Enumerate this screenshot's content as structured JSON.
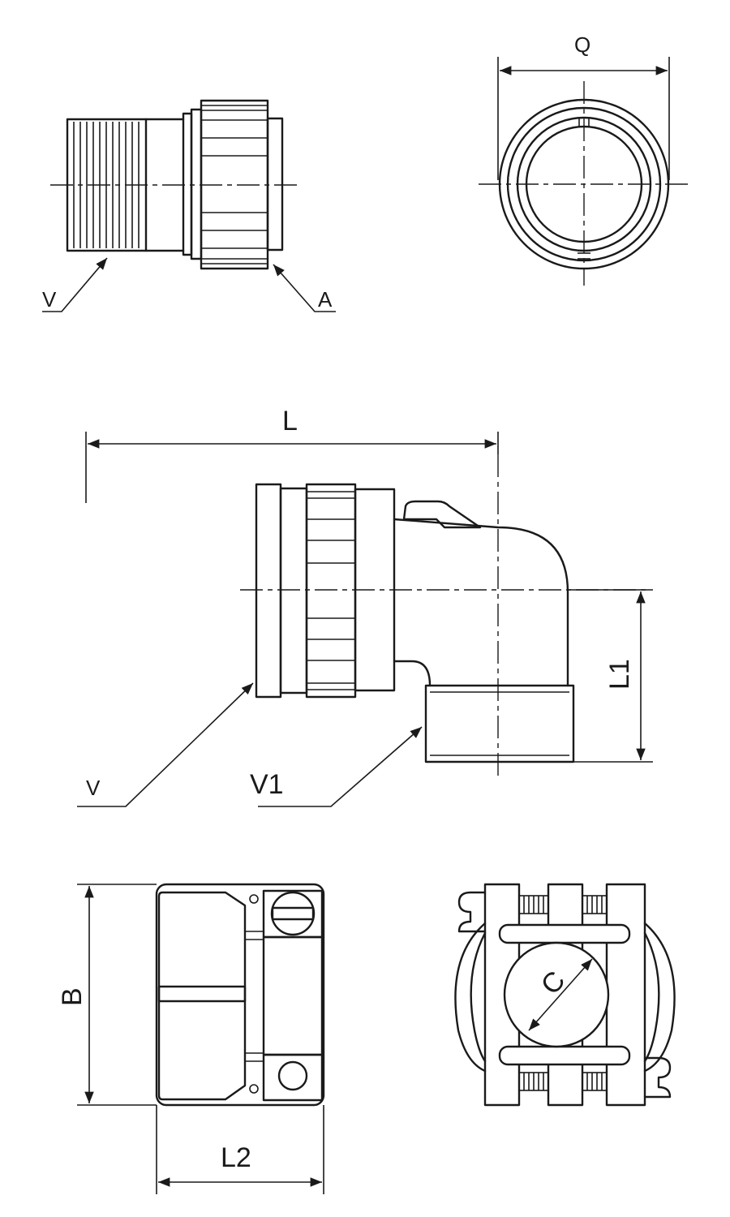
{
  "labels": {
    "top_left_v": "V",
    "top_left_a": "A",
    "top_right_q": "Q",
    "middle_l": "L",
    "middle_l1": "L1",
    "middle_v": "V",
    "middle_v1": "V1",
    "bottom_left_b": "B",
    "bottom_left_l2": "L2",
    "bottom_right_c": "C"
  }
}
